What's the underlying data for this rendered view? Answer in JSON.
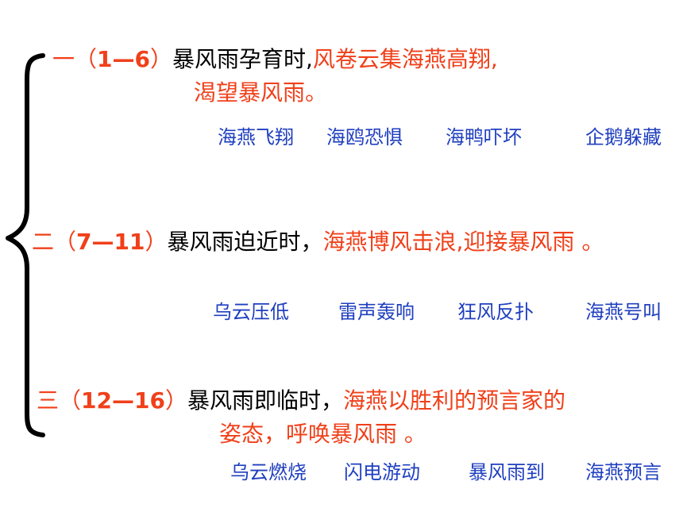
{
  "colors": {
    "red": "#f0401a",
    "blue": "#1f3fbf",
    "black": "#000000"
  },
  "section1": {
    "ordinal": "一",
    "range_open": "（",
    "range": "1—6",
    "range_close": "）",
    "lead": "暴风雨孕育时,",
    "highlight_line1": "风卷云集海燕高翔,",
    "highlight_line2": "渴望暴风雨。",
    "details": [
      "海燕飞翔",
      "海鸥恐惧",
      "海鸭吓坏",
      "企鹅躲藏"
    ]
  },
  "section2": {
    "ordinal": "二",
    "range_open": "（",
    "range": "7—11",
    "range_close": "）",
    "lead": "暴风雨迫近时，",
    "highlight_line1": "海燕博风击浪,迎接暴风雨 。",
    "details": [
      "乌云压低",
      "雷声轰响",
      "狂风反扑",
      "海燕号叫"
    ]
  },
  "section3": {
    "ordinal": "三",
    "range_open": "（",
    "range": "12—16",
    "range_close": "）",
    "lead": "暴风雨即临时，",
    "highlight_line1": "海燕以胜利的预言家的",
    "highlight_line2": "姿态，呼唤暴风雨 。",
    "details": [
      "乌云燃烧",
      "闪电游动",
      "暴风雨到",
      "海燕预言"
    ]
  }
}
